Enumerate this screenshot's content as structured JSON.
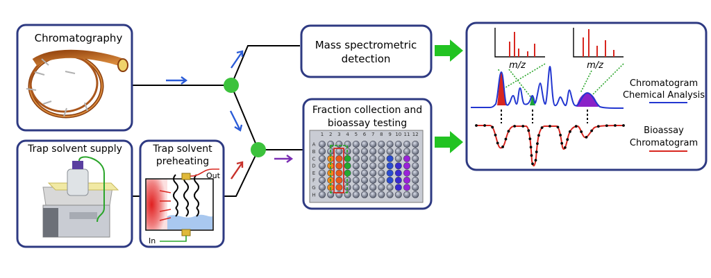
{
  "boxes": {
    "chromatography": "Chromatography",
    "trap_supply": "Trap solvent supply",
    "trap_preheat_line1": "Trap solvent",
    "trap_preheat_line2": "preheating",
    "preheat_out": "Out",
    "preheat_in": "In",
    "mass_spec_line1": "Mass spectrometric",
    "mass_spec_line2": "detection",
    "fraction_line1": "Fraction collection and",
    "fraction_line2": "bioassay testing",
    "results": {
      "mz_left": "m/z",
      "mz_right": "m/z",
      "chrom_line1": "Chromatogram",
      "chrom_line2": "Chemical Analysis",
      "bio_line1": "Bioassay",
      "bio_line2": "Chromatogram"
    }
  },
  "plate": {
    "columns": [
      "1",
      "2",
      "3",
      "4",
      "5",
      "6",
      "7",
      "8",
      "9",
      "10",
      "11",
      "12"
    ],
    "rows": [
      "A",
      "B",
      "C",
      "D",
      "E",
      "F",
      "G",
      "H"
    ]
  },
  "colors": {
    "box_border": "#2e3a82",
    "arrow_blue": "#2a5bd7",
    "arrow_red": "#c8302a",
    "arrow_purple": "#7a2db3",
    "arrow_green": "#22c322",
    "junction": "#3cc23c",
    "chem_trace": "#2236d0",
    "bio_trace": "#d8261f",
    "peak_red": "#d8261f",
    "peak_green": "#1aa33a",
    "peak_purple": "#8a22c8"
  }
}
